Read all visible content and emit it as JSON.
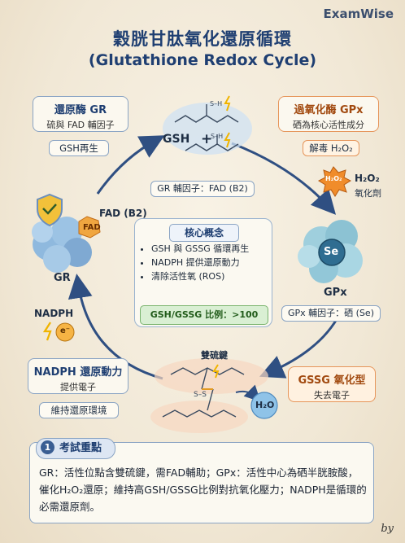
{
  "brand": "ExamWise",
  "title_cn": "穀胱甘肽氧化還原循環",
  "title_en": "(Glutathione Redox Cycle)",
  "gr_box": {
    "title": "還原酶 GR",
    "sub": "硫與 FAD 輔因子"
  },
  "gr_tag": "GSH再生",
  "gpx_box": {
    "title": "過氧化酶 GPx",
    "sub": "硒為核心活性成分"
  },
  "gpx_tag": "解毒 H₂O₂",
  "gsh_label": "GSH",
  "gr_cofactor": "GR 輔因子：FAD (B2)",
  "h2o2_label": "H₂O₂",
  "oxidant_label": "氧化劑",
  "h2o2_badge": "H₂O₂",
  "fad_label": "FAD (B2)",
  "fad_badge": "FAD",
  "gr_enzyme_label": "GR",
  "se_label": "Se",
  "gpx_enzyme_label": "GPx",
  "gpx_cofactor": "GPx 輔因子：硒 (Se)",
  "core": {
    "title": "核心概念",
    "items": [
      "GSH 與 GSSG 循環再生",
      "NADPH 提供還原動力",
      "清除活性氧 (ROS)"
    ],
    "ratio": "GSH/GSSG 比例：>100"
  },
  "nadph_label": "NADPH",
  "electron_label": "e⁻",
  "nadph_box": {
    "title": "NADPH 還原動力",
    "sub": "提供電子"
  },
  "nadph_tag": "維持還原環境",
  "disulfide_label": "雙硫鍵",
  "h2o_label": "H₂O",
  "gssg_box": {
    "title": "GSSG 氧化型",
    "sub": "失去電子"
  },
  "exam": {
    "num": "1",
    "title": "考試重點",
    "body": "GR：活性位點含雙硫鍵，需FAD輔助；GPx：活性中心為硒半胱胺酸，催化H₂O₂還原；維持高GSH/GSSG比例對抗氧化壓力；NADPH是循環的必需還原劑。"
  },
  "signature": "by",
  "colors": {
    "navy": "#1f3f72",
    "orange": "#e6955a",
    "blue_enzyme": "#8fb9de",
    "green": "#79b36d"
  }
}
